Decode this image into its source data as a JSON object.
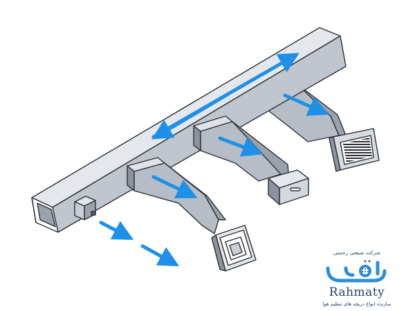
{
  "logo": {
    "company_fa": "شرکت صنعتی رحمتی",
    "brand_en": "Rahmaty",
    "tagline_fa": "سازنده انواع دریچه های تنظیم هوا"
  },
  "colors": {
    "duct_light": "#c9cfd7",
    "duct_mid": "#aab2bc",
    "duct_dark": "#8a939e",
    "outline": "#2c2f33",
    "airflow_arrow": "#1e90e8",
    "brand_blue": "#2a8fd6",
    "brand_navy": "#1e3f66"
  }
}
